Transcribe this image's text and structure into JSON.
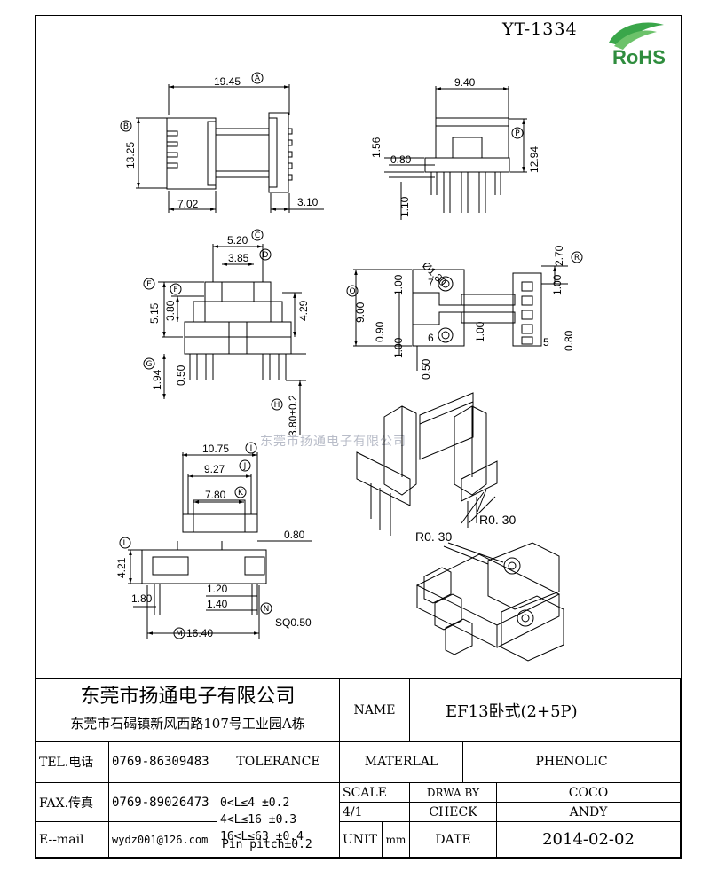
{
  "part_number": "YT-1334",
  "logo_text": "RoHS",
  "watermark": "东莞市扬通电子有限公司",
  "views": {
    "top": {
      "dims": [
        "19.45",
        "13.25",
        "7.02",
        "3.10"
      ],
      "refs": [
        "A",
        "B"
      ]
    },
    "side": {
      "dims": [
        "9.40",
        "1.56",
        "0.80",
        "12.94",
        "1.10"
      ],
      "refs": [
        "P"
      ]
    },
    "front": {
      "dims": [
        "5.20",
        "3.85",
        "3.80",
        "5.15",
        "4.29",
        "1.94",
        "0.50",
        "3.80±0.2"
      ],
      "refs": [
        "C",
        "D",
        "E",
        "F",
        "G",
        "H"
      ]
    },
    "bottom": {
      "dims": [
        "1.00",
        "Ø1.80",
        "2.70",
        "9.00",
        "0.90",
        "1.00",
        "1.00",
        "0.50",
        "1.00",
        "0.80"
      ],
      "refs": [
        "Q",
        "R"
      ],
      "pins": [
        "7",
        "6",
        "5"
      ]
    },
    "lower": {
      "dims": [
        "10.75",
        "9.27",
        "7.80",
        "0.80",
        "4.21",
        "1.80",
        "1.20",
        "1.40",
        "16.40",
        "SQ0.50"
      ],
      "refs": [
        "I",
        "J",
        "K",
        "L",
        "M",
        "N"
      ]
    },
    "iso": {
      "radius_1": "R0. 30",
      "radius_2": "R0. 30"
    }
  },
  "title_block": {
    "company": "东莞市扬通电子有限公司",
    "address": "东莞市石碣镇新风西路107号工业园A栋",
    "name_label": "NAME",
    "name_value": "EF13卧式(2+5P)",
    "tel_label": "TEL.电话",
    "tel_value": "0769-86309483",
    "fax_label": "FAX.传真",
    "fax_value": "0769-89026473",
    "email_label": "E--mail",
    "email_value": "wydz001@126.com",
    "tolerance_label": "TOLERANCE",
    "tol_1": "0<L≤4   ±0.2",
    "tol_2": "4<L≤16  ±0.3",
    "tol_3": "16<L≤63 ±0.4",
    "tol_4": "Pin pitch±0.2",
    "material_label": "MATERLAL",
    "material_value": "PHENOLIC",
    "scale_label": "SCALE",
    "scale_value": "4/1",
    "drawn_label": "DRWA BY",
    "drawn_value": "COCO",
    "check_label": "CHECK",
    "check_value": "ANDY",
    "unit_label": "UNIT",
    "unit_value": "mm",
    "date_label": "DATE",
    "date_value": "2014-02-02"
  }
}
